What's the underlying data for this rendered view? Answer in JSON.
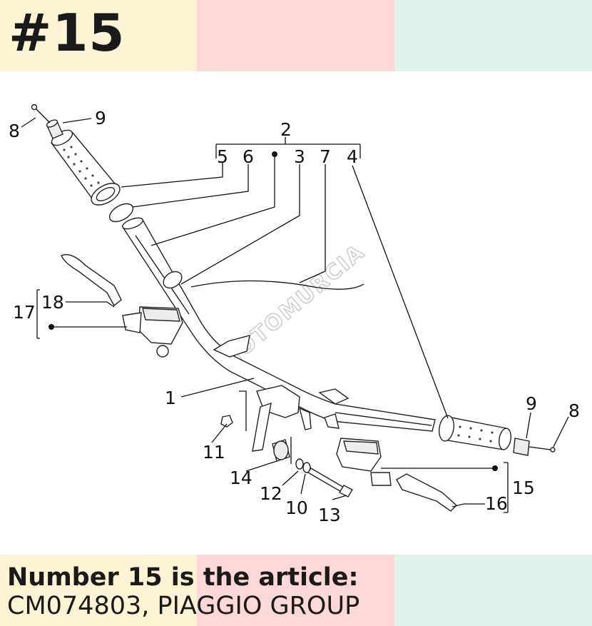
{
  "header": {
    "title": "#15"
  },
  "caption": {
    "line1": "Number 15 is the article:",
    "line2": "CM074803, PIAGGIO GROUP"
  },
  "watermark": {
    "text": "MOTOMURCIA"
  },
  "diagram": {
    "callouts": {
      "c1": "1",
      "c2": "2",
      "c3": "3",
      "c4": "4",
      "c5": "5",
      "c6": "6",
      "c7": "7",
      "c8a": "8",
      "c8b": "8",
      "c9a": "9",
      "c9b": "9",
      "c10": "10",
      "c11": "11",
      "c12": "12",
      "c13": "13",
      "c14": "14",
      "c15": "15",
      "c16": "16",
      "c17": "17",
      "c18": "18"
    }
  },
  "colors": {
    "band_yellow": "#fdf4d6",
    "band_pink": "#fcd9d8",
    "band_green": "#e2f3ec"
  }
}
